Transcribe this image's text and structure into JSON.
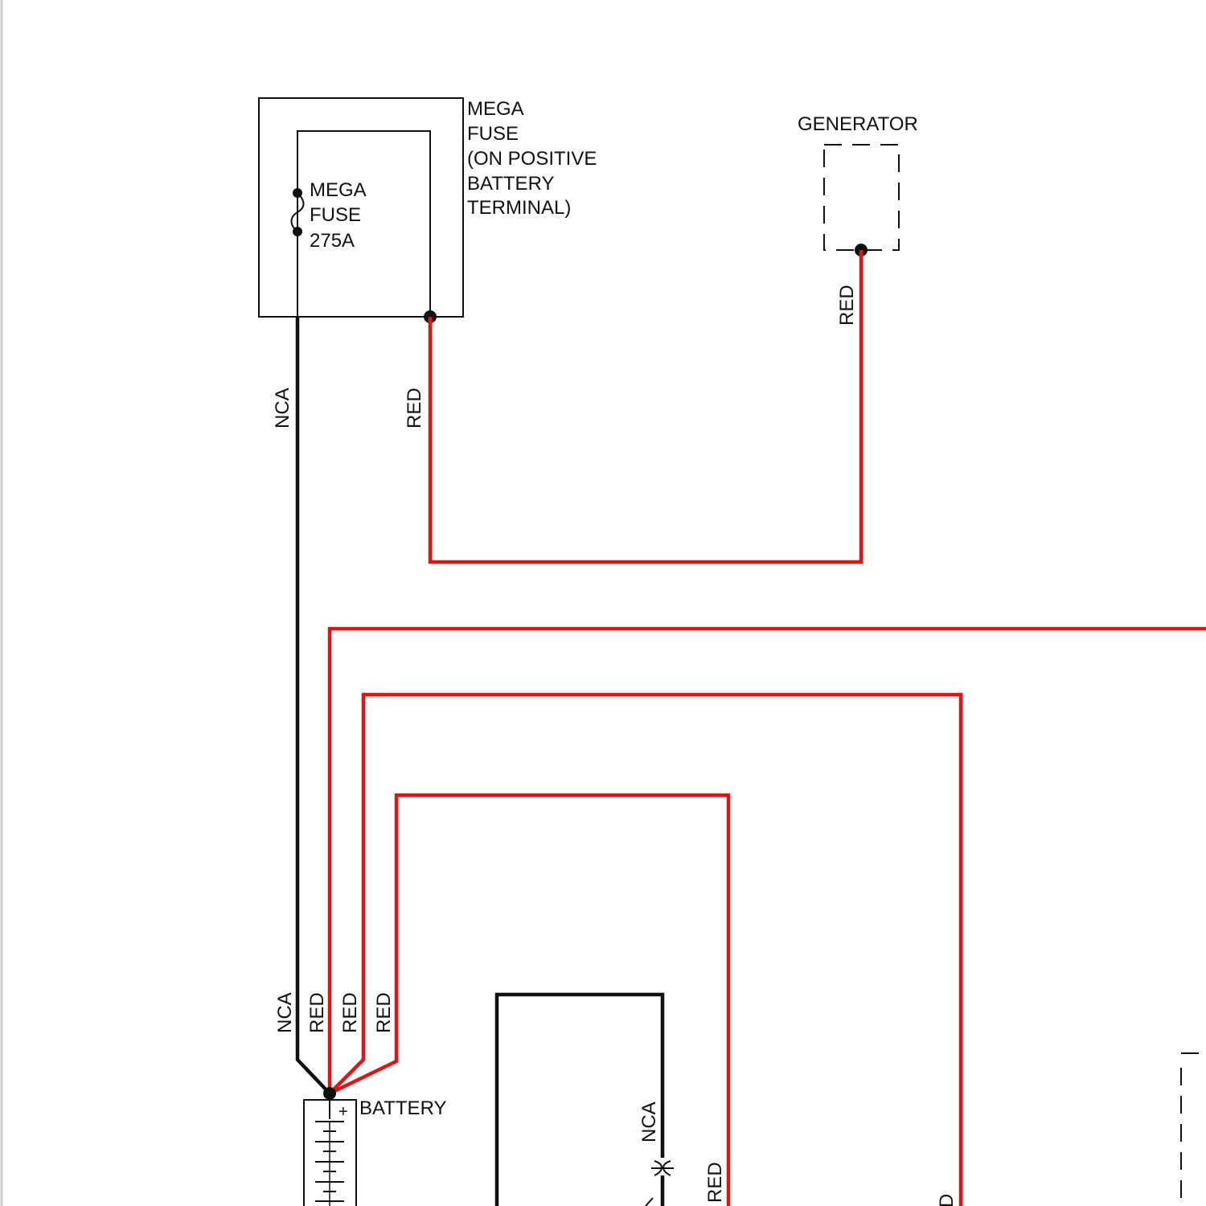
{
  "diagram": {
    "mega_fuse_box": {
      "outer_label_lines": [
        "MEGA",
        "FUSE",
        "(ON POSITIVE",
        "BATTERY",
        "TERMINAL)"
      ],
      "inner_label_lines": [
        "MEGA",
        "FUSE",
        "275A"
      ]
    },
    "generator": {
      "label": "GENERATOR"
    },
    "battery": {
      "label": "BATTERY",
      "terminal_symbol": "+"
    },
    "wire_labels": {
      "fuse_to_battery_ground": "NCA",
      "fuse_output": "RED",
      "generator_output": "RED",
      "battery_nca": "NCA",
      "battery_red_1": "RED",
      "battery_red_2": "RED",
      "battery_red_3": "RED",
      "lower_nca": "NCA",
      "lower_red": "RED",
      "right_edge_partial": "D"
    },
    "colors": {
      "red_wire": "#e01414",
      "black_wire": "#111111",
      "background": "#ffffff"
    }
  }
}
